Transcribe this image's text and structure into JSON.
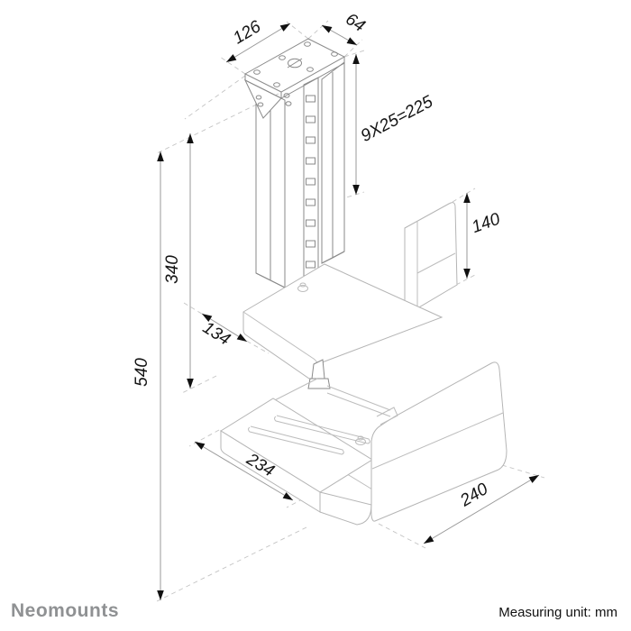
{
  "drawing": {
    "title_hint": "ceiling-mount cpu holder technical drawing",
    "dimensions": {
      "plate_width": "126",
      "plate_depth": "64",
      "hole_spacing": "9X25=225",
      "upper_panel_height": "140",
      "column_height": "340",
      "upper_shelf_depth": "134",
      "total_height": "540",
      "lower_base_depth": "234",
      "lower_base_width": "240"
    },
    "footer": {
      "brand": "Neomounts",
      "measuring_unit": "Measuring unit: mm"
    },
    "colors": {
      "dimension_text": "#141414",
      "main_lines": "#8a8a8a",
      "bracket_lines": "#b5b5b5",
      "brand_gray": "#8f9193"
    }
  }
}
